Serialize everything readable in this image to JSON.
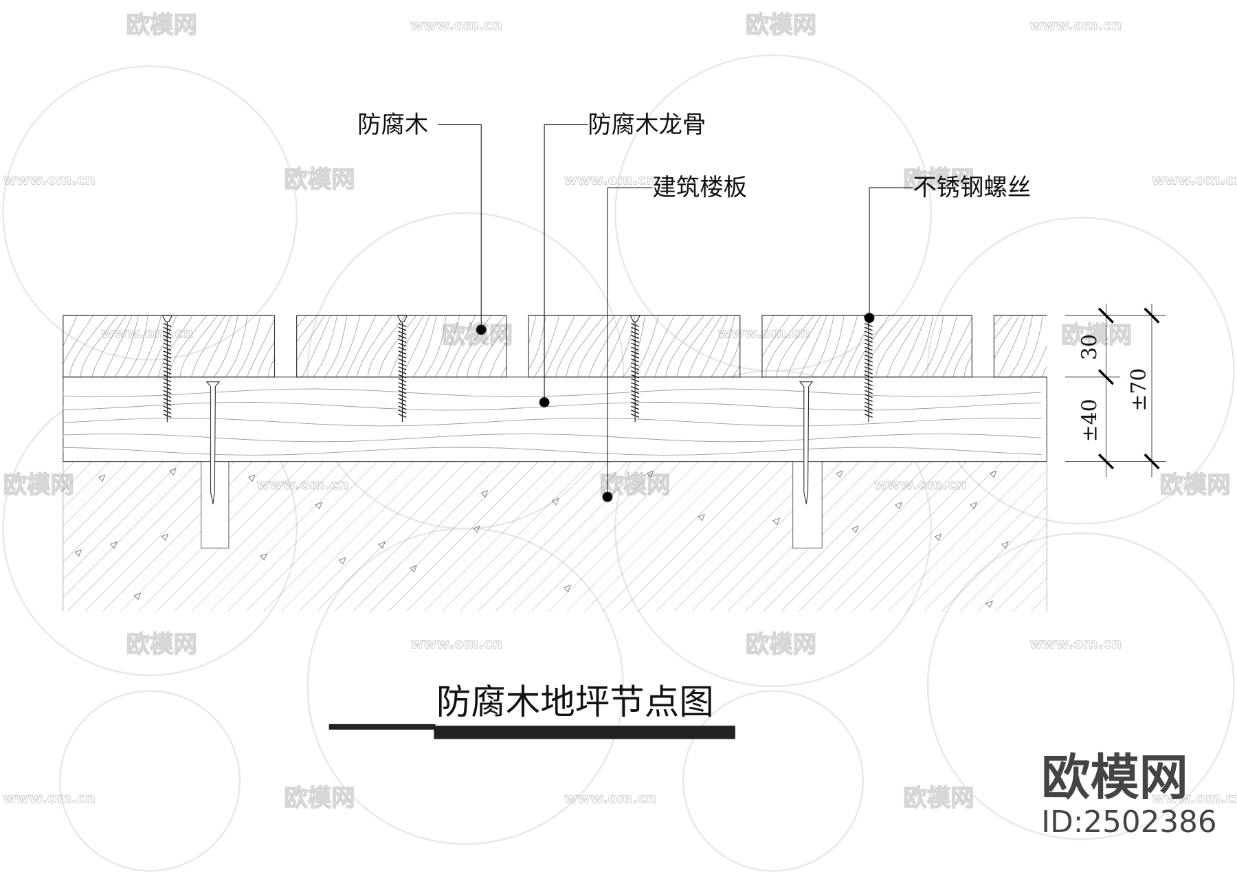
{
  "labels": {
    "wood": "防腐木",
    "joist": "防腐木龙骨",
    "slab": "建筑楼板",
    "screw": "不锈钢螺丝"
  },
  "dimensions": {
    "board": "30",
    "joist": "±40",
    "total": "±70"
  },
  "title": "防腐木地坪节点图",
  "logo": {
    "name": "欧模网",
    "id": "ID:2502386"
  },
  "watermark": {
    "brand": "欧模网",
    "url": "www.om.cn"
  }
}
